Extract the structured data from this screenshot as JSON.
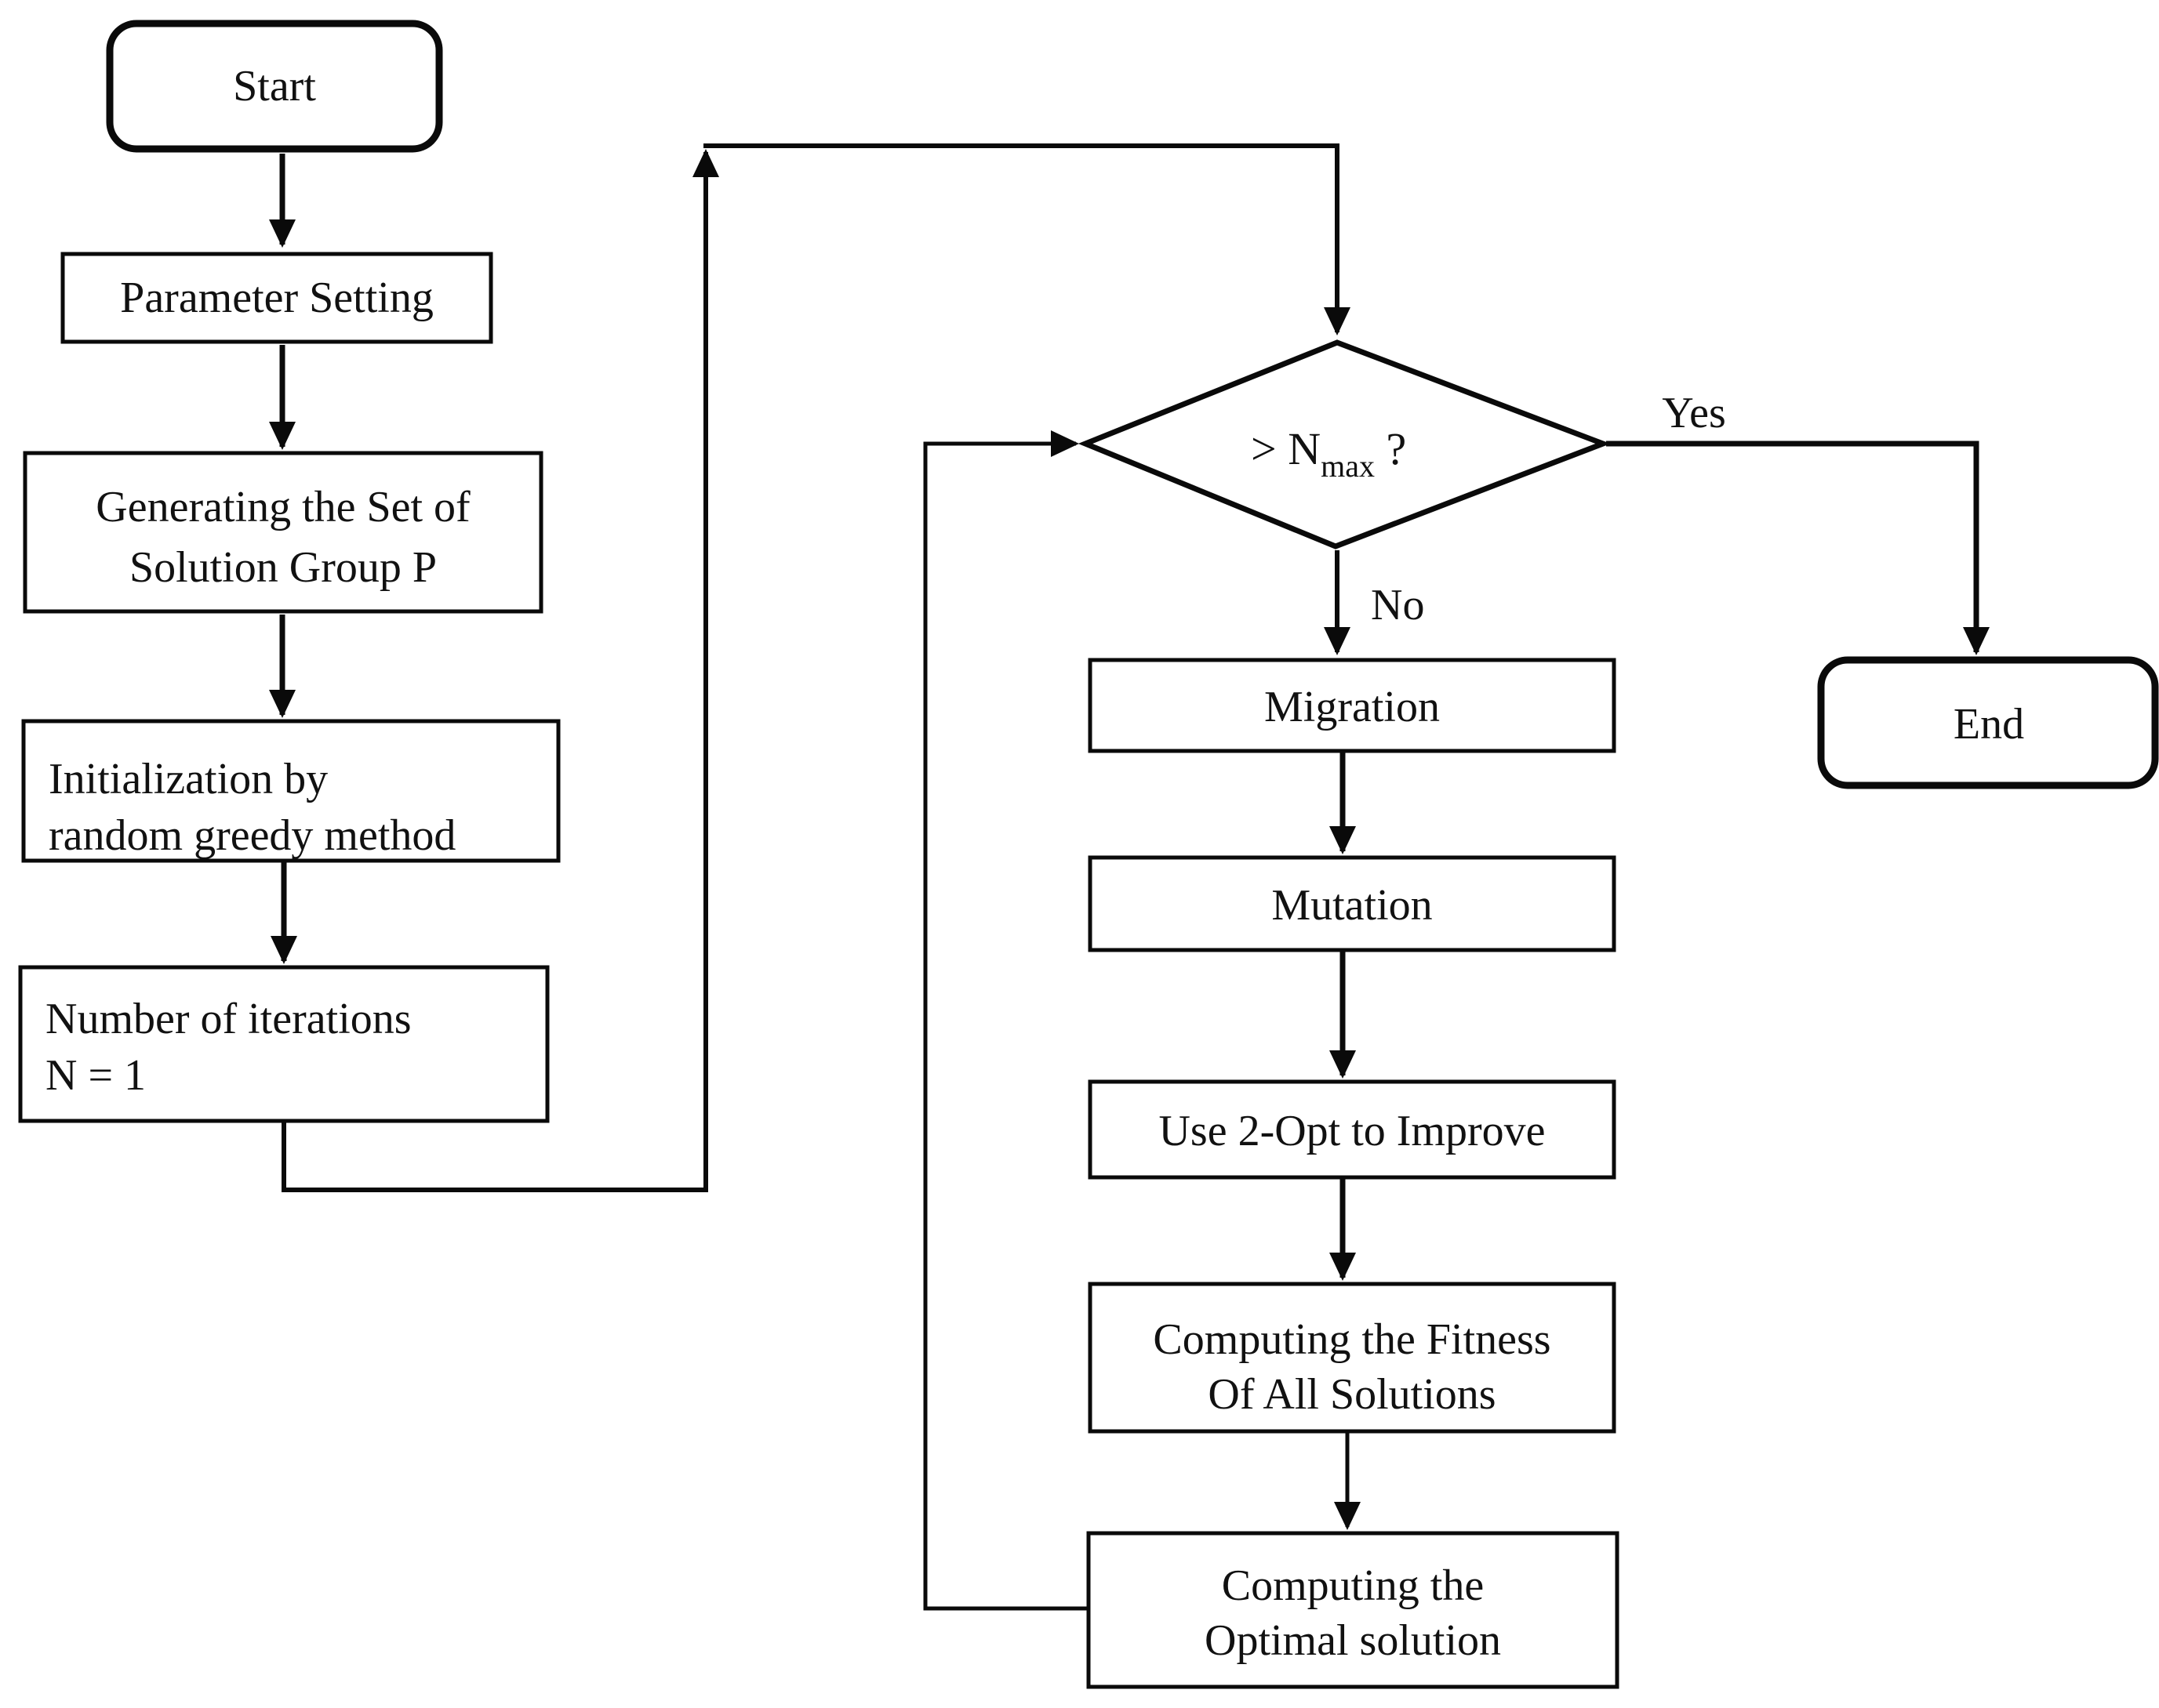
{
  "diagram": {
    "type": "flowchart",
    "colors": {
      "line": "#0a0a0a",
      "text": "#111111",
      "background": "#ffffff"
    }
  },
  "nodes": {
    "start": {
      "label": "Start"
    },
    "param": {
      "label": "Parameter Setting"
    },
    "generate": {
      "line1": "Generating the Set of",
      "line2": "Solution Group P"
    },
    "init": {
      "line1": "Initialization by",
      "line2": "random greedy method"
    },
    "iterations": {
      "line1": "Number of iterations",
      "line2": "N = 1"
    },
    "decision": {
      "prefix": "> N",
      "sub": "max",
      "suffix": " ?"
    },
    "migration": {
      "label": "Migration"
    },
    "mutation": {
      "label": "Mutation"
    },
    "twoopt": {
      "label": "Use 2-Opt to Improve"
    },
    "fitness": {
      "line1": "Computing the Fitness",
      "line2": "Of All Solutions"
    },
    "optimal": {
      "line1": "Computing the",
      "line2": "Optimal solution"
    },
    "end": {
      "label": "End"
    }
  },
  "edges": {
    "yes_label": "Yes",
    "no_label": "No"
  }
}
